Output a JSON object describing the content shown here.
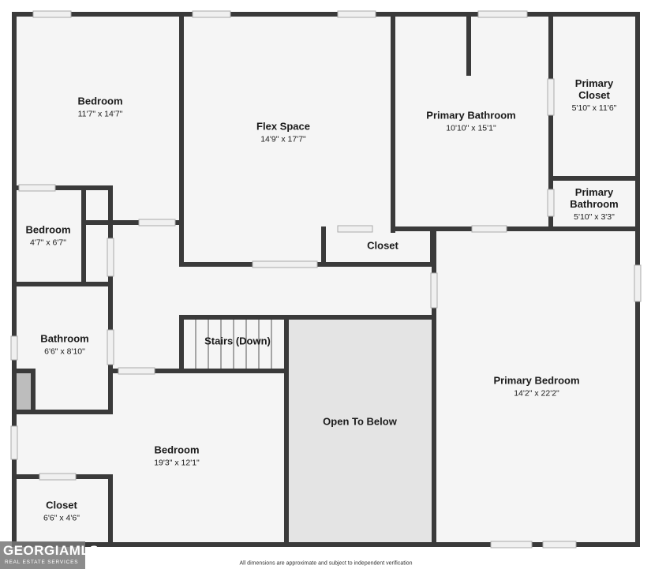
{
  "rooms": {
    "bedroom_nw": {
      "name": "Bedroom",
      "dims": "11'7\" x 14'7\""
    },
    "flex_space": {
      "name": "Flex Space",
      "dims": "14'9\" x 17'7\""
    },
    "primary_bathroom": {
      "name": "Primary Bathroom",
      "dims": "10'10\" x 15'1\""
    },
    "primary_closet": {
      "name_line1": "Primary",
      "name_line2": "Closet",
      "dims": "5'10\" x 11'6\""
    },
    "primary_bathroom_small": {
      "name_line1": "Primary",
      "name_line2": "Bathroom",
      "dims": "5'10\" x 3'3\""
    },
    "bedroom_small": {
      "name": "Bedroom",
      "dims": "4'7\" x 6'7\""
    },
    "closet_mid": {
      "name": "Closet"
    },
    "bathroom": {
      "name": "Bathroom",
      "dims": "6'6\" x 8'10\""
    },
    "stairs": {
      "name": "Stairs (Down)"
    },
    "open_to_below": {
      "name": "Open To Below"
    },
    "primary_bedroom": {
      "name": "Primary Bedroom",
      "dims": "14'2\" x 22'2\""
    },
    "bedroom_sw": {
      "name": "Bedroom",
      "dims": "19'3\" x 12'1\""
    },
    "closet_sw": {
      "name": "Closet",
      "dims": "6'6\" x 4'6\""
    }
  },
  "logo": {
    "main": "GEORGIAMLS",
    "sub": "REAL ESTATE SERVICES"
  },
  "disclaimer": "All dimensions are approximate and subject to independent verification",
  "colors": {
    "wall": "#3a3a3a",
    "floor": "#f5f5f5",
    "open_to_below": "#e4e4e4",
    "window": "#c8c8c8"
  }
}
